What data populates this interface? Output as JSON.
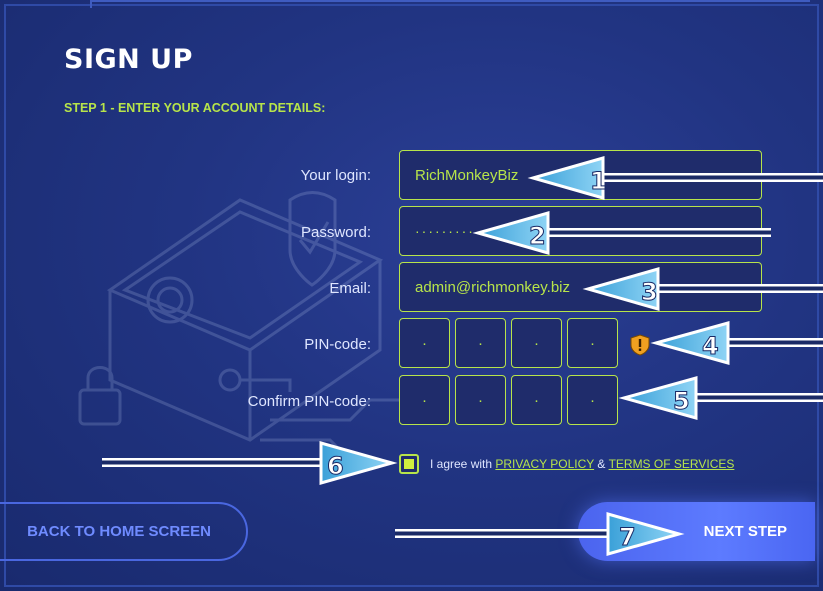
{
  "page": {
    "title": "SIGN UP",
    "subtitle": "STEP 1 - ENTER YOUR ACCOUNT DETAILS:"
  },
  "form": {
    "login_label": "Your login:",
    "login_value": "RichMonkeyBiz",
    "password_label": "Password:",
    "password_value": "·········",
    "email_label": "Email:",
    "email_value": "admin@richmonkey.biz",
    "pin_label": "PIN-code:",
    "pin_digits": [
      "·",
      "·",
      "·",
      "·"
    ],
    "confirm_pin_label": "Confirm PIN-code:",
    "confirm_pin_digits": [
      "·",
      "·",
      "·",
      "·"
    ]
  },
  "agreement": {
    "checked": true,
    "prefix": "I agree with ",
    "privacy_link": "PRIVACY POLICY",
    "and": " & ",
    "terms_link": "TERMS OF SERVICES"
  },
  "buttons": {
    "back": "BACK TO HOME SCREEN",
    "next": "NEXT STEP"
  },
  "annotations": {
    "numbers": [
      "1",
      "2",
      "3",
      "4",
      "5",
      "6",
      "7"
    ]
  },
  "colors": {
    "accent": "#b7e44a",
    "background": "#213482",
    "field_bg": "#1f2c6b",
    "button_next": "#5d7bff",
    "button_back_text": "#6f8bff",
    "annotation_arrow": "#5ab4e0",
    "warning": "#f0a020"
  },
  "icons": {
    "pin_warning": "warning-shield-icon"
  }
}
